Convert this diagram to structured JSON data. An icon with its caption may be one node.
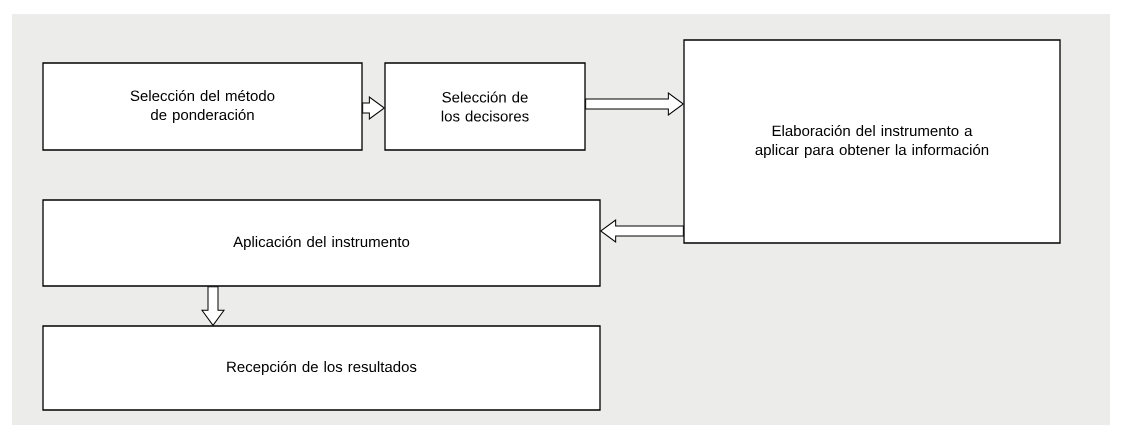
{
  "diagram": {
    "nodes": [
      {
        "text": [
          "Selección del método de ponderación"
        ]
      },
      {
        "text": [
          "Selección de los decisores"
        ]
      },
      {
        "text": [
          "Elaboración del instrumento a aplicar para obtener la información"
        ]
      },
      {
        "text": [
          "Aplicación del instrumento"
        ]
      },
      {
        "text": [
          "Recepción de los resultados"
        ]
      }
    ],
    "edges": [
      {
        "from": 0,
        "to": 1,
        "arrow": "to"
      },
      {
        "from": 1,
        "to": 2,
        "arrow": "to"
      },
      {
        "from": 2,
        "to": 3,
        "arrow": "to"
      },
      {
        "from": 3,
        "to": 4,
        "arrow": "to"
      }
    ]
  }
}
